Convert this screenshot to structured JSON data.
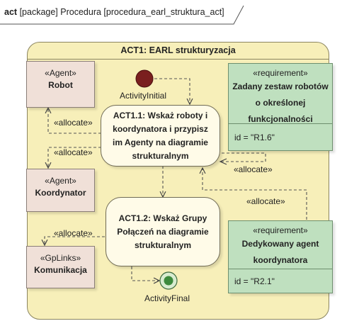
{
  "frame": {
    "kind": "act",
    "type": "[package]",
    "name": "Procedura [procedura_earl_struktura_act]"
  },
  "partition": {
    "title": "ACT1: EARL strukturyzacja"
  },
  "blocks": {
    "robot": {
      "stereotype": "«Agent»",
      "name": "Robot"
    },
    "koordynator": {
      "stereotype": "«Agent»",
      "name": "Koordynator"
    },
    "komunikacja": {
      "stereotype": "«GpLinks»",
      "name": "Komunikacja"
    }
  },
  "requirements": {
    "r16": {
      "stereotype": "«requirement»",
      "name_lines": [
        "Zadany zestaw robotów",
        "o określonej",
        "funkcjonalności"
      ],
      "attr": "id = \"R1.6\""
    },
    "r21": {
      "stereotype": "«requirement»",
      "name_lines": [
        "Dedykowany agent",
        "koordynatora"
      ],
      "attr": "id = \"R2.1\""
    }
  },
  "actions": {
    "act11": {
      "lines": [
        "ACT1.1: Wskaż roboty i",
        "koordynatora i przypisz",
        "im Agenty na diagramie",
        "strukturalnym"
      ]
    },
    "act12": {
      "lines": [
        "ACT1.2: Wskaż Grupy",
        "Połączeń na diagramie",
        "strukturalnym"
      ]
    }
  },
  "nodes": {
    "initial": "ActivityInitial",
    "final": "ActivityFinal"
  },
  "connector_labels": {
    "allocate_robot": "«allocate»",
    "allocate_koord": "«allocate»",
    "allocate_r16": "«allocate»",
    "allocate_r21": "«allocate»",
    "allocate_komun": "«allocate»"
  },
  "colors": {
    "partition": "#f7efb9",
    "block": "#f0e0d8",
    "requirement": "#bfe0bf",
    "action": "#fffbe8",
    "initial": "#7a1f1f",
    "final": "#3c8a3c"
  }
}
